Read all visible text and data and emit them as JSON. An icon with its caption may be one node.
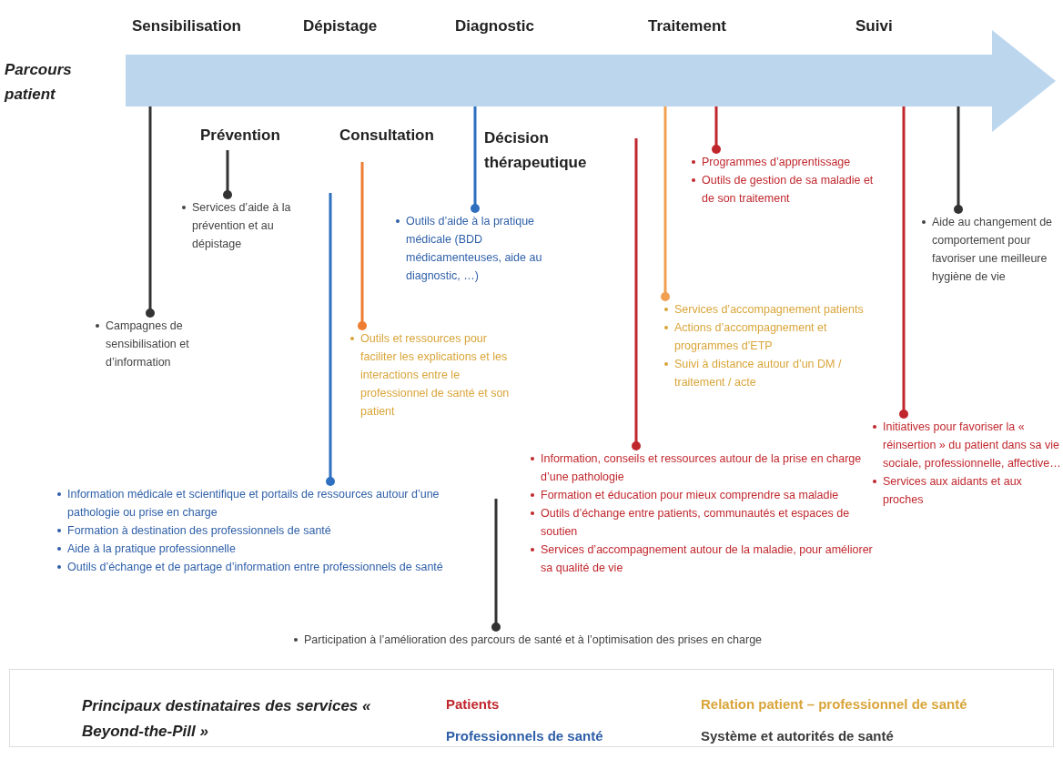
{
  "diagram": {
    "nodes": [
      {
        "text": [
          "Parcours patient"
        ]
      },
      {
        "text": [
          "Campagnes de sensibilisation et d’information"
        ]
      },
      {
        "text": [
          "Services d’aide à la prévention et au dépistage"
        ]
      },
      {
        "text": [
          "Information médicale et scientifique et portails de ressources autour d’une pathologie ou prise en charge",
          "Formation à destination des professionnels de santé",
          "Aide à la pratique professionnelle",
          "Outils d’échange et de partage d’information entre professionnels de santé"
        ]
      },
      {
        "text": [
          "Outils et ressources pour faciliter les explications et les interactions entre le professionnel de santé et son patient"
        ]
      },
      {
        "text": [
          "Outils d’aide à la pratique médicale (BDD médicamenteuses, aide au diagnostic, …)"
        ]
      },
      {
        "text": [
          "Participation à l’amélioration des parcours de santé et à l’optimisation des prises en charge"
        ]
      },
      {
        "text": [
          "Information, conseils et ressources autour de la prise en charge d’une pathologie",
          "Formation et éducation pour mieux comprendre sa maladie",
          "Outils d’échange entre patients, communautés et espaces de soutien",
          "Services d’accompagnement autour de la maladie, pour améliorer sa qualité de vie"
        ]
      },
      {
        "text": [
          "Services d’accompagnement patients",
          "Actions d’accompagnement et programmes d’ETP",
          "Suivi à distance autour d’un DM / traitement / acte"
        ]
      },
      {
        "text": [
          "Programmes d’apprentissage",
          "Outils de gestion de sa maladie et de son traitement"
        ]
      },
      {
        "text": [
          "Initiatives pour favoriser la « réinsertion » du patient dans sa vie sociale, professionnelle, affective…",
          "Services aux aidants et aux proches"
        ]
      },
      {
        "text": [
          "Aide au changement de comportement pour favoriser une meilleure hygiène de vie"
        ]
      }
    ],
    "edges": [
      {
        "from": 0,
        "to": 1,
        "arrow": "other",
        "color": "#333333"
      },
      {
        "from": null,
        "to": 2,
        "arrow": "other",
        "color": "#333333"
      },
      {
        "from": null,
        "to": 3,
        "arrow": "other",
        "color": "#2e6fc0"
      },
      {
        "from": null,
        "to": 4,
        "arrow": "other",
        "color": "#ee7d31"
      },
      {
        "from": 0,
        "to": 5,
        "arrow": "other",
        "color": "#2e6fc0"
      },
      {
        "from": null,
        "to": 6,
        "arrow": "other",
        "color": "#333333"
      },
      {
        "from": null,
        "to": 7,
        "arrow": "other",
        "color": "#c0272d"
      },
      {
        "from": 0,
        "to": 8,
        "arrow": "other",
        "color": "#f0a050"
      },
      {
        "from": 0,
        "to": 9,
        "arrow": "other",
        "color": "#c0272d"
      },
      {
        "from": 0,
        "to": 10,
        "arrow": "other",
        "color": "#c0272d"
      },
      {
        "from": 0,
        "to": 11,
        "arrow": "other",
        "color": "#333333"
      }
    ],
    "labels": [
      "Sensibilisation",
      "Dépistage",
      "Diagnostic",
      "Traitement",
      "Suivi",
      "Prévention",
      "Consultation",
      "Décision thérapeutique",
      "Principaux destinataires des services « Beyond-the-Pill »"
    ],
    "legend": [
      {
        "text": "Patients",
        "color": "#c0272d"
      },
      {
        "text": "Relation patient – professionnel de santé",
        "color": "#d9a53a"
      },
      {
        "text": "Professionnels de santé",
        "color": "#2e5fa8"
      },
      {
        "text": "Système et autorités de santé",
        "color": "#3a3a3a"
      }
    ]
  }
}
